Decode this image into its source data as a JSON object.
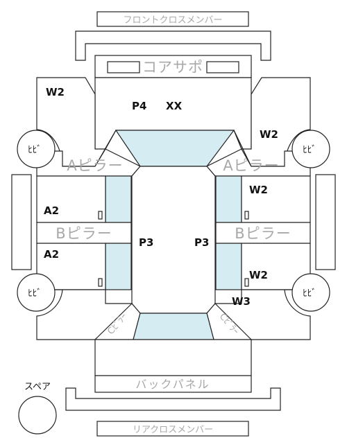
{
  "labels": {
    "front_cross_member": "フロントクロスメンバー",
    "core_support": "コアサポ",
    "rear_cross_member": "リアクロスメンバー",
    "back_panel": "バックパネル",
    "a_pillar": "Aピラー",
    "b_pillar": "Bピラー",
    "spare": "スペア",
    "wheel": "ﾋﾋﾞ",
    "c_pillar": "Cﾋﾟﾗｰ"
  },
  "zones": {
    "p4": "P4",
    "xx": "XX",
    "p3": "P3",
    "w2": "W2",
    "w3": "W3",
    "a2": "A2"
  }
}
